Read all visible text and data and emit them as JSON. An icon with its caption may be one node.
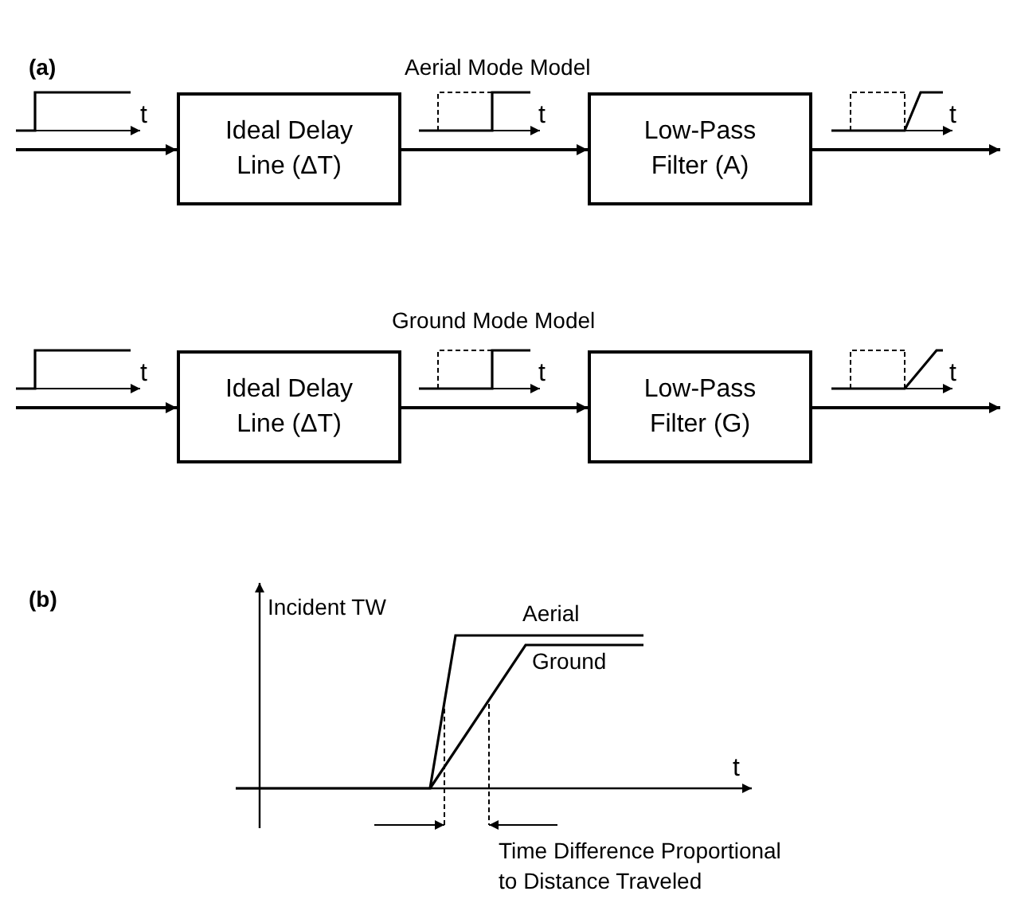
{
  "diagram": {
    "nodes": [
      {
        "text": [
          "Ideal Delay Line (ΔT)"
        ]
      },
      {
        "text": [
          "Low-Pass Filter (A)"
        ]
      },
      {
        "text": [
          "Ideal Delay Line (ΔT)"
        ]
      },
      {
        "text": [
          "Low-Pass Filter (G)"
        ]
      }
    ],
    "edges": [
      {
        "from": null,
        "to": 0,
        "arrow": "to"
      },
      {
        "from": 0,
        "to": 1,
        "arrow": "to"
      },
      {
        "from": 1,
        "to": null,
        "arrow": "to"
      },
      {
        "from": null,
        "to": 2,
        "arrow": "to"
      },
      {
        "from": 2,
        "to": 3,
        "arrow": "to"
      },
      {
        "from": 3,
        "to": null,
        "arrow": "to"
      }
    ],
    "labels": [
      "(a)",
      "Aerial Mode Model",
      "t",
      "t",
      "t",
      "Ground Mode Model",
      "t",
      "t",
      "t",
      "(b)",
      "Incident TW",
      "Aerial",
      "Ground",
      "t",
      "Time Difference Proportional to Distance Traveled"
    ]
  }
}
